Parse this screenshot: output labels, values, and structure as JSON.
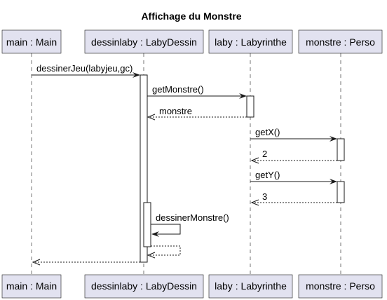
{
  "diagram": {
    "title": "Affichage du Monstre",
    "participants": [
      {
        "id": "main",
        "label": "main : Main"
      },
      {
        "id": "dessinlaby",
        "label": "dessinlaby : LabyDessin"
      },
      {
        "id": "laby",
        "label": "laby : Labyrinthe"
      },
      {
        "id": "monstre",
        "label": "monstre : Perso"
      }
    ],
    "messages": [
      {
        "from": "main",
        "to": "dessinlaby",
        "label": "dessinerJeu(labyjeu,gc)",
        "kind": "sync"
      },
      {
        "from": "dessinlaby",
        "to": "laby",
        "label": "getMonstre()",
        "kind": "sync"
      },
      {
        "from": "laby",
        "to": "dessinlaby",
        "label": "monstre",
        "kind": "return"
      },
      {
        "from": "laby",
        "to": "monstre",
        "label": "getX()",
        "kind": "sync"
      },
      {
        "from": "monstre",
        "to": "laby",
        "label": "2",
        "kind": "return"
      },
      {
        "from": "laby",
        "to": "monstre",
        "label": "getY()",
        "kind": "sync"
      },
      {
        "from": "monstre",
        "to": "laby",
        "label": "3",
        "kind": "return"
      },
      {
        "from": "dessinlaby",
        "to": "dessinlaby",
        "label": "dessinerMonstre()",
        "kind": "self"
      },
      {
        "from": "dessinlaby",
        "to": "dessinlaby",
        "label": "",
        "kind": "self-return"
      },
      {
        "from": "dessinlaby",
        "to": "main",
        "label": "",
        "kind": "return"
      }
    ]
  }
}
